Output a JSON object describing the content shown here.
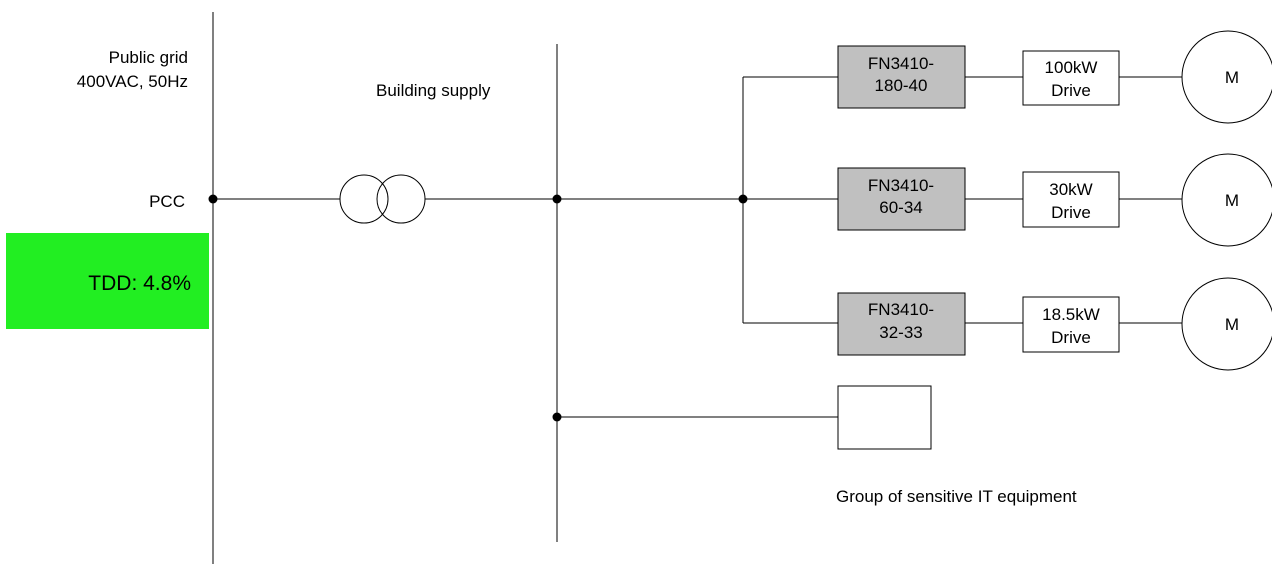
{
  "grid": {
    "label_line1": "Public grid",
    "label_line2": "400VAC, 50Hz",
    "pcc_label": "PCC"
  },
  "tdd": {
    "text": "TDD: 4.8%",
    "color": "#22ee22"
  },
  "building_supply": {
    "label": "Building supply"
  },
  "filters": [
    {
      "line1": "FN3410-",
      "line2": "180-40"
    },
    {
      "line1": "FN3410-",
      "line2": "60-34"
    },
    {
      "line1": "FN3410-",
      "line2": "32-33"
    }
  ],
  "drives": [
    {
      "line1": "100kW",
      "line2": "Drive"
    },
    {
      "line1": "30kW",
      "line2": "Drive"
    },
    {
      "line1": "18.5kW",
      "line2": "Drive"
    }
  ],
  "motors": [
    {
      "label": "M"
    },
    {
      "label": "M"
    },
    {
      "label": "M"
    }
  ],
  "it_equipment": {
    "label": "Group of sensitive IT equipment"
  },
  "colors": {
    "filter_fill": "#c0c0c0",
    "line": "#000000"
  }
}
